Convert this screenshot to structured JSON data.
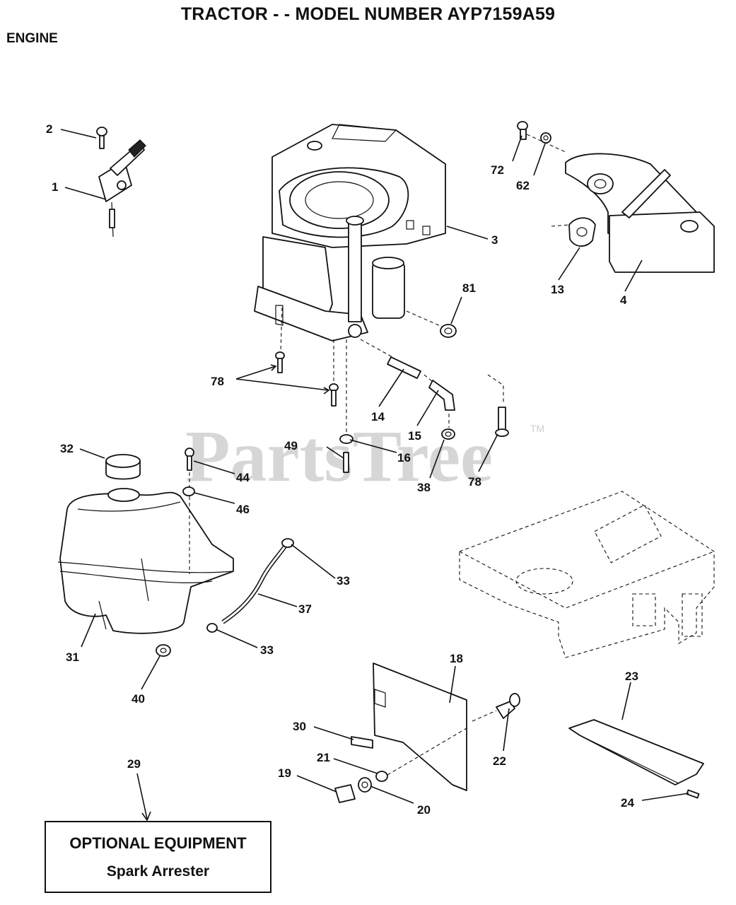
{
  "header": {
    "title": "TRACTOR - - MODEL NUMBER AYP7159A59",
    "section": "ENGINE"
  },
  "watermark": {
    "text": "PartsTree",
    "trademark": "TM"
  },
  "callouts": [
    {
      "id": "c-1",
      "label": "1"
    },
    {
      "id": "c-2",
      "label": "2"
    },
    {
      "id": "c-3",
      "label": "3"
    },
    {
      "id": "c-4",
      "label": "4"
    },
    {
      "id": "c-13",
      "label": "13"
    },
    {
      "id": "c-14",
      "label": "14"
    },
    {
      "id": "c-15",
      "label": "15"
    },
    {
      "id": "c-16",
      "label": "16"
    },
    {
      "id": "c-18",
      "label": "18"
    },
    {
      "id": "c-19",
      "label": "19"
    },
    {
      "id": "c-20",
      "label": "20"
    },
    {
      "id": "c-21",
      "label": "21"
    },
    {
      "id": "c-22",
      "label": "22"
    },
    {
      "id": "c-23",
      "label": "23"
    },
    {
      "id": "c-24",
      "label": "24"
    },
    {
      "id": "c-29",
      "label": "29"
    },
    {
      "id": "c-30",
      "label": "30"
    },
    {
      "id": "c-31",
      "label": "31"
    },
    {
      "id": "c-32",
      "label": "32"
    },
    {
      "id": "c-33a",
      "label": "33"
    },
    {
      "id": "c-33b",
      "label": "33"
    },
    {
      "id": "c-37",
      "label": "37"
    },
    {
      "id": "c-38",
      "label": "38"
    },
    {
      "id": "c-40",
      "label": "40"
    },
    {
      "id": "c-44",
      "label": "44"
    },
    {
      "id": "c-46",
      "label": "46"
    },
    {
      "id": "c-49",
      "label": "49"
    },
    {
      "id": "c-62",
      "label": "62"
    },
    {
      "id": "c-72",
      "label": "72"
    },
    {
      "id": "c-78a",
      "label": "78"
    },
    {
      "id": "c-78b",
      "label": "78"
    },
    {
      "id": "c-81",
      "label": "81"
    }
  ],
  "optional_box": {
    "heading": "OPTIONAL EQUIPMENT",
    "item": "Spark Arrester"
  }
}
